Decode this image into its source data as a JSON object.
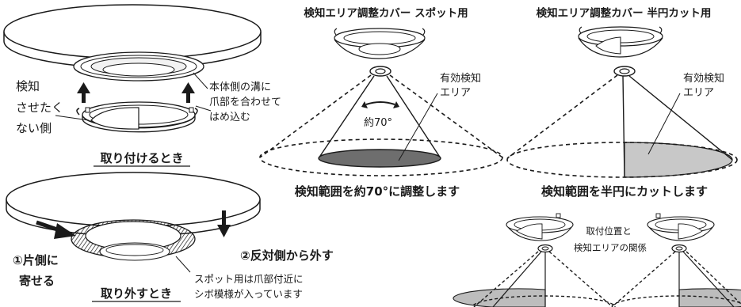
{
  "install": {
    "left_label_lines": [
      "検知",
      "させたく",
      "ない側"
    ],
    "right_label_lines": [
      "本体側の溝に",
      "爪部を合わせて",
      "はめ込む"
    ],
    "caption": "取り付けるとき"
  },
  "remove": {
    "step1_lines": [
      "①片側に",
      "寄せる"
    ],
    "step2": "②反対側から外す",
    "note_lines": [
      "スポット用は爪部付近に",
      "シボ模様が入っています"
    ],
    "caption": "取り外すとき"
  },
  "spot": {
    "title": "検知エリア調整カバー スポット用",
    "area_label_lines": [
      "有効検知",
      "エリア"
    ],
    "angle_label": "約70°",
    "caption": "検知範囲を約70°に調整します"
  },
  "half": {
    "title": "検知エリア調整カバー 半円カット用",
    "area_label_lines": [
      "有効検知",
      "エリア"
    ],
    "caption": "検知範囲を半円にカットします"
  },
  "relation": {
    "label_lines": [
      "取付位置と",
      "検知エリアの関係"
    ]
  },
  "colors": {
    "line": "#1a1a1a",
    "spot_fill": "#6e6e6e",
    "half_fill": "#c8c8c8",
    "relation_fill": "#bdbdbd"
  }
}
